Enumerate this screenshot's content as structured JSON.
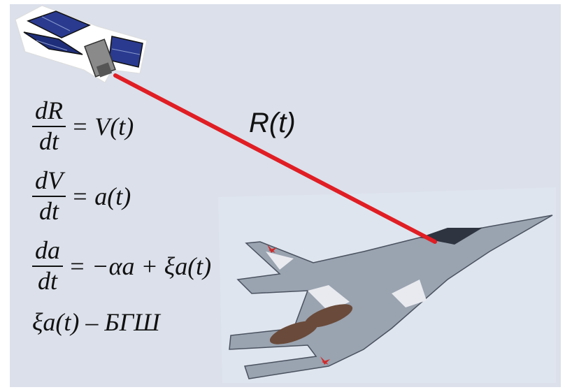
{
  "line_label": "R(t)",
  "equations": {
    "eq1": {
      "num": "dR",
      "den": "dt",
      "rhs": "= V(t)"
    },
    "eq2": {
      "num": "dV",
      "den": "dt",
      "rhs": "= a(t)"
    },
    "eq3": {
      "num": "da",
      "den": "dt",
      "rhs": "= −αa + ξa(t)"
    },
    "eq4": {
      "text": "ξa(t) – БГШ"
    }
  },
  "colors": {
    "line": "#e01e24",
    "background": "#dbe0ea"
  },
  "icons": {
    "satellite": "satellite-icon",
    "aircraft": "fighter-jet-icon"
  }
}
